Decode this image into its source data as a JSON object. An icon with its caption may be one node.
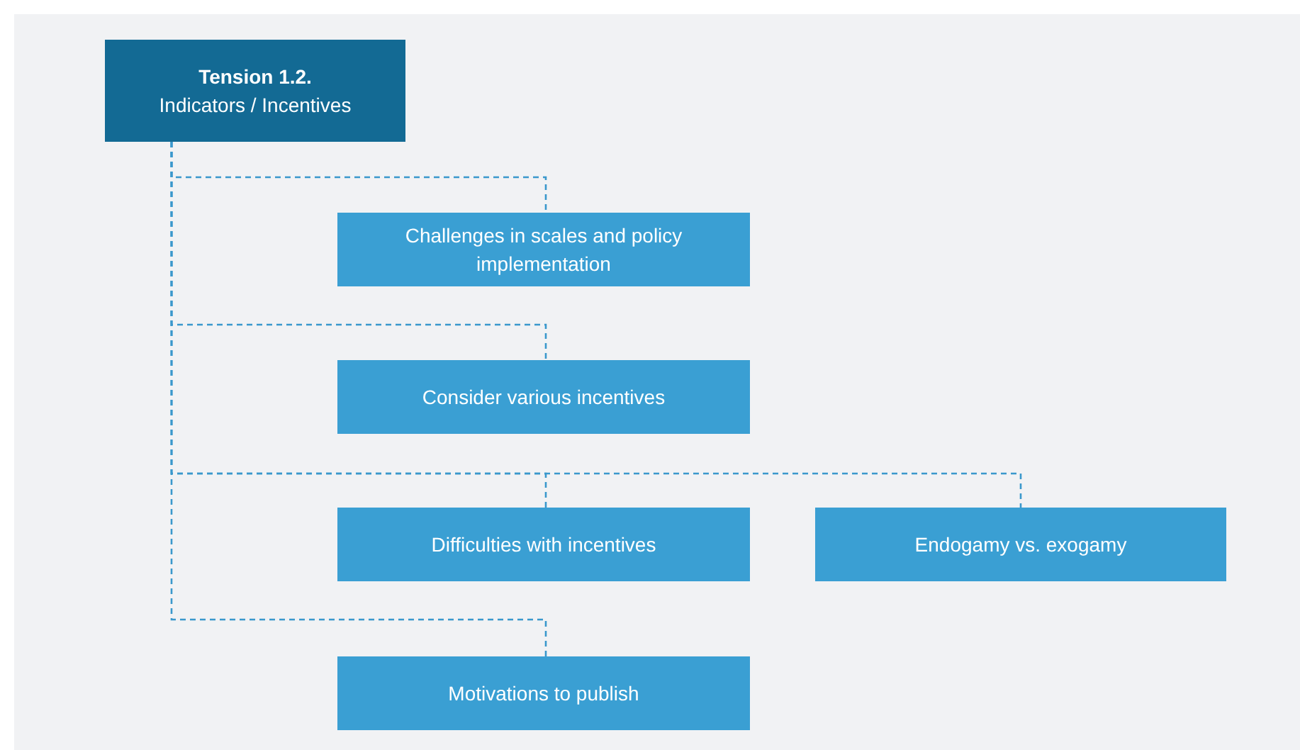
{
  "diagram": {
    "nodes": [
      {
        "text": [
          "Tension 1.2.",
          "Indicators / Incentives"
        ]
      },
      {
        "text": [
          "Challenges in scales and policy implementation"
        ]
      },
      {
        "text": [
          "Consider various incentives"
        ]
      },
      {
        "text": [
          "Difficulties with incentives"
        ]
      },
      {
        "text": [
          "Endogamy vs. exogamy"
        ]
      },
      {
        "text": [
          "Motivations to publish"
        ]
      }
    ],
    "edges": [
      {
        "from": 0,
        "to": 1,
        "arrow": "none",
        "style": "dashed"
      },
      {
        "from": 0,
        "to": 2,
        "arrow": "none",
        "style": "dashed"
      },
      {
        "from": 0,
        "to": 3,
        "arrow": "none",
        "style": "dashed"
      },
      {
        "from": 0,
        "to": 4,
        "arrow": "none",
        "style": "dashed"
      },
      {
        "from": 0,
        "to": 5,
        "arrow": "none",
        "style": "dashed"
      }
    ]
  }
}
